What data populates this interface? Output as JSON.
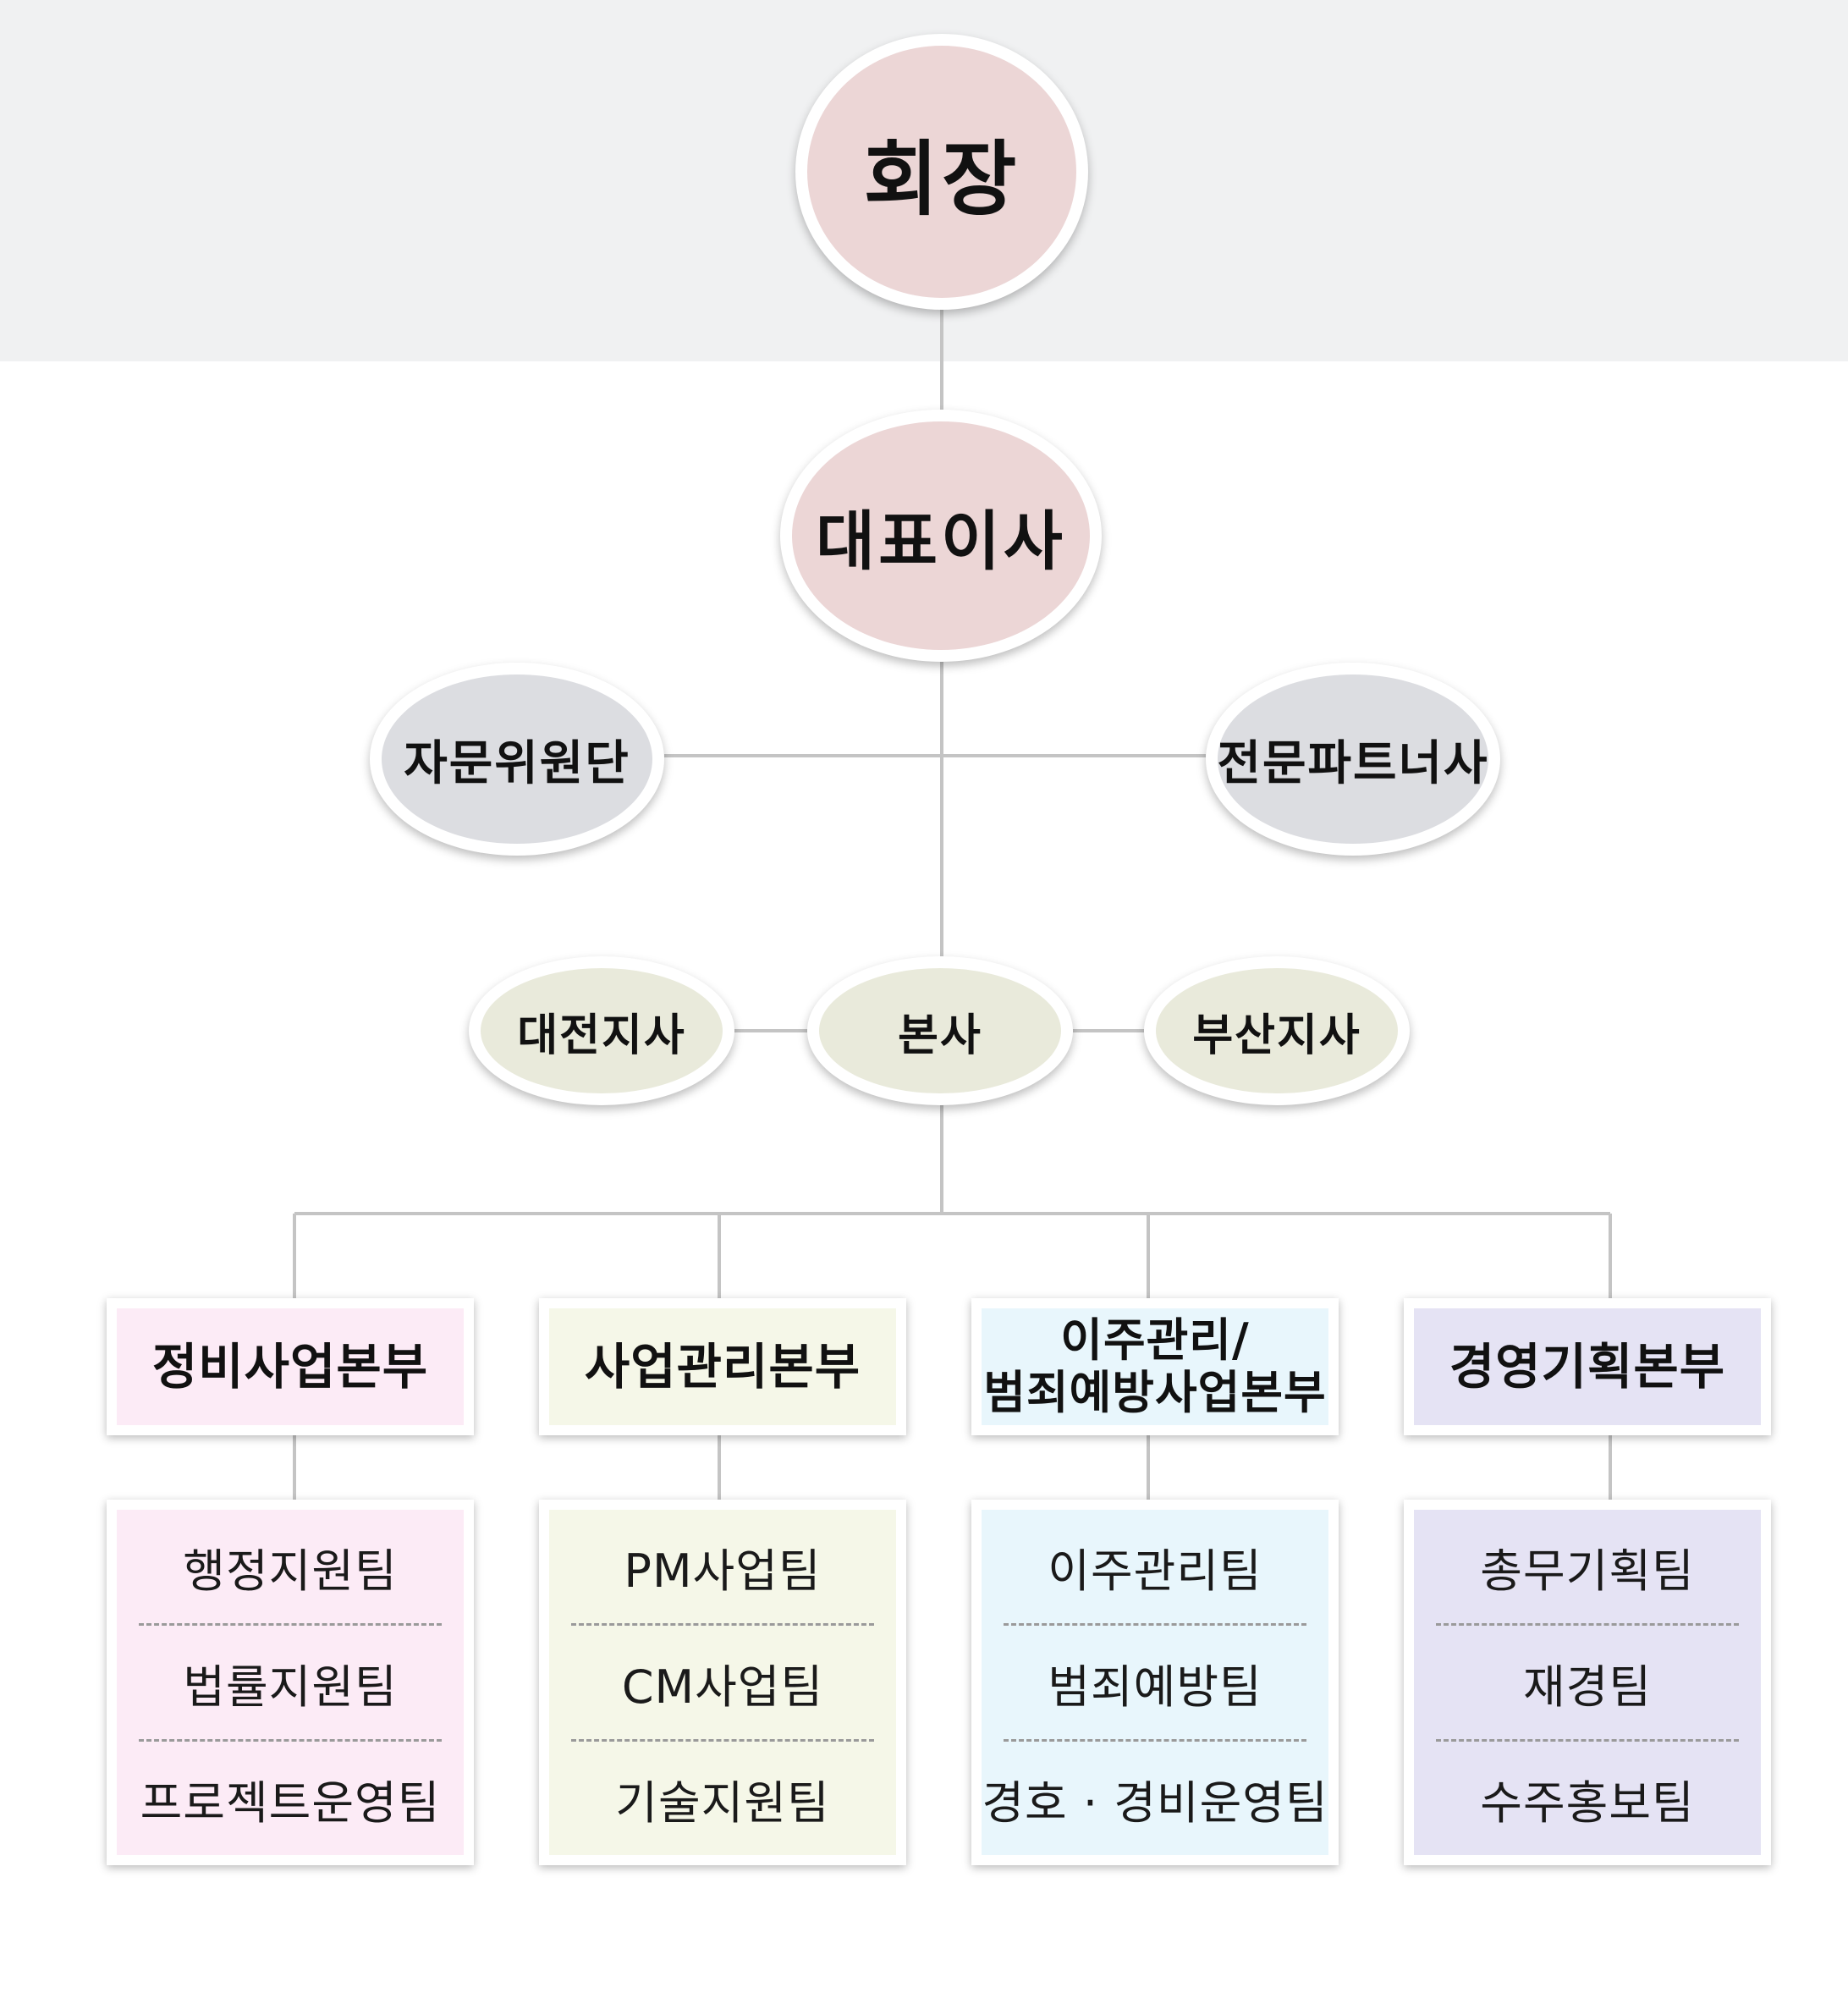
{
  "nodes": {
    "chairman": "회장",
    "ceo": "대표이사",
    "advisory": "자문위원단",
    "partners": "전문파트너사",
    "daejeon": "대전지사",
    "hq": "본사",
    "busan": "부산지사"
  },
  "headquarters": [
    {
      "label_lines": [
        "정비사업본부"
      ],
      "teams": [
        "행정지원팀",
        "법률지원팀",
        "프로젝트운영팀"
      ]
    },
    {
      "label_lines": [
        "사업관리본부"
      ],
      "teams": [
        "PM사업팀",
        "CM사업팀",
        "기술지원팀"
      ]
    },
    {
      "label_lines": [
        "이주관리/",
        "범죄예방사업본부"
      ],
      "teams": [
        "이주관리팀",
        "범죄예방팀",
        "경호 · 경비운영팀"
      ]
    },
    {
      "label_lines": [
        "경영기획본부"
      ],
      "teams": [
        "총무기획팀",
        "재경팀",
        "수주홍보팀"
      ]
    }
  ],
  "colors": {
    "top_band": "#f0f1f2",
    "executive_fill": "#ecd6d6",
    "support_fill": "#dcdde1",
    "office_fill": "#e9eadb",
    "line": "#c4c4c4",
    "hq_fills": [
      "#fcebf6",
      "#f5f7e8",
      "#e8f6fc",
      "#e5e3f4"
    ]
  }
}
